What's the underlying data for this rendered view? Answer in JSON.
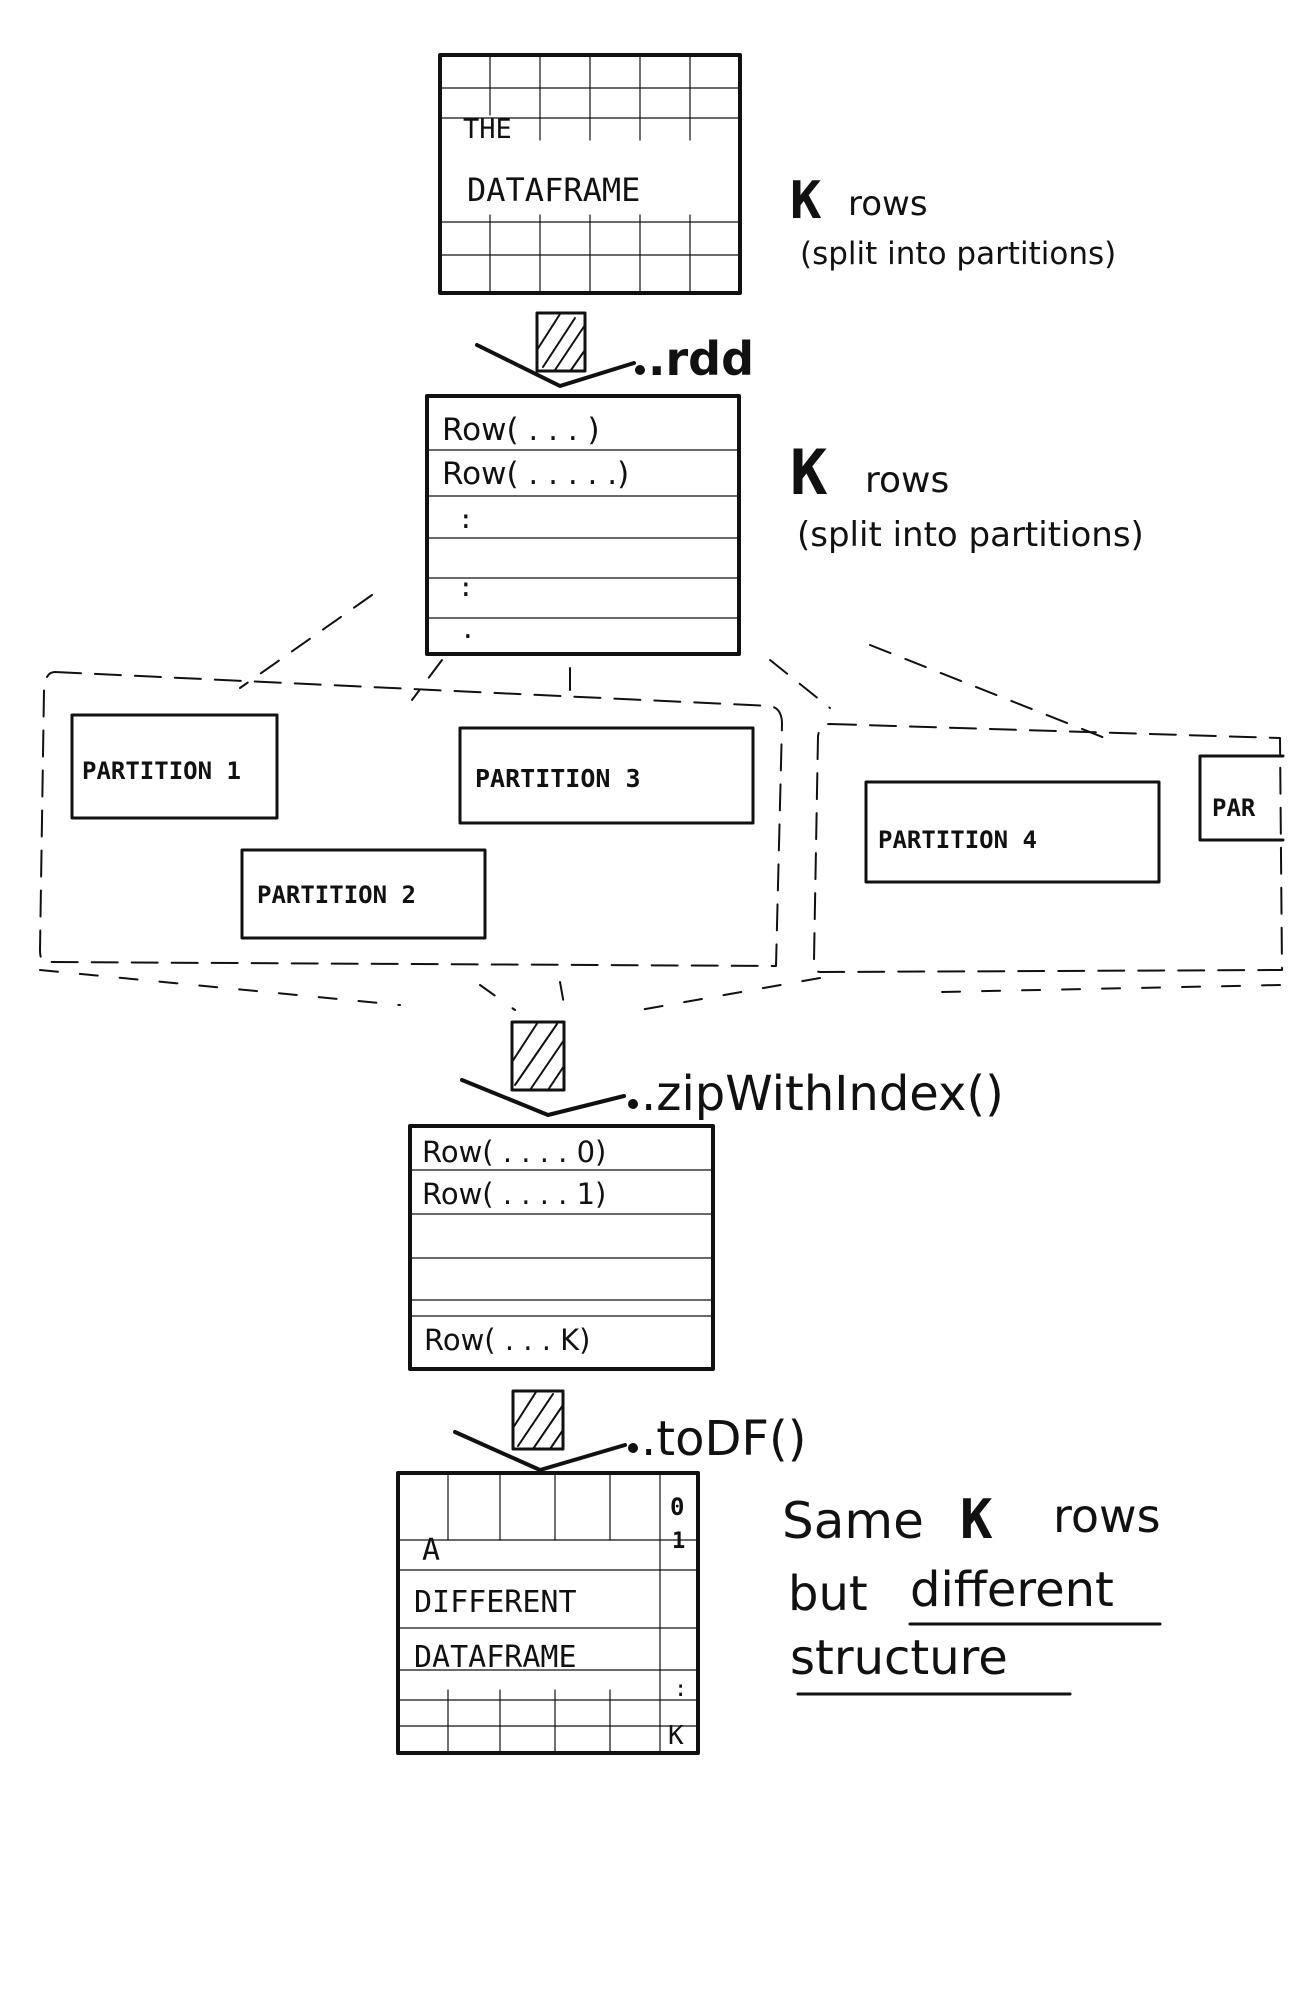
{
  "dataframe_box": {
    "line1": "THE",
    "line2": "DATAFRAME"
  },
  "note_top": {
    "k": "K",
    "rows": "rows",
    "detail": "(split into partitions)"
  },
  "op_rdd": ".rdd",
  "rdd_box": {
    "row1": "Row( . . .   )",
    "row2": "Row( . . . . .)",
    "dots": [
      ":",
      ":",
      "."
    ]
  },
  "note_middle": {
    "k": "K",
    "rows": "rows",
    "detail": "(split into partitions)"
  },
  "partitions": [
    "PARTITION 1",
    "PARTITION 2",
    "PARTITION 3",
    "PARTITION 4",
    "PAR"
  ],
  "op_zip": ".zipWithIndex()",
  "zip_box": {
    "row1": "Row( . . . .  0)",
    "row2": "Row( . . . .  1)",
    "row_last": "Row( . . .  K)"
  },
  "op_todf": ".toDF()",
  "new_df_box": {
    "index_0": "0",
    "index_1": "1",
    "index_dots": ":",
    "index_k": "K",
    "line_a": "A",
    "line_different": "DIFFERENT",
    "line_dataframe": "DATAFRAME"
  },
  "note_bottom": {
    "same": "Same",
    "k": "K",
    "rows": "rows",
    "but": "but",
    "different": "different",
    "structure": "structure"
  }
}
